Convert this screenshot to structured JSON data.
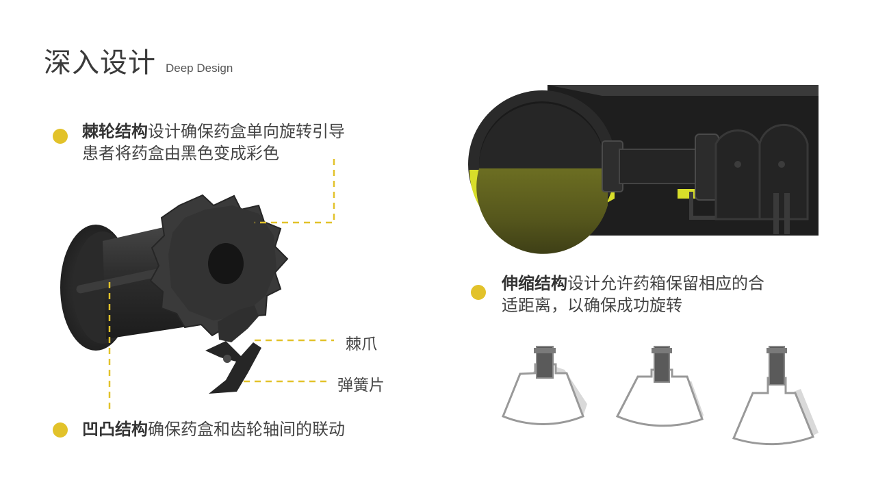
{
  "header": {
    "title_zh": "深入设计",
    "title_en": "Deep Design"
  },
  "points": [
    {
      "bold": "棘轮结构",
      "line1": "设计确保药盒单向旋转引导",
      "line2": "患者将药盒由黑色变成彩色"
    },
    {
      "bold": "凹凸结构",
      "line1": "确保药盒和齿轮轴间的联动"
    },
    {
      "bold": "伸缩结构",
      "line1": "设计允许药箱保留相应的合",
      "line2": "适距离，以确保成功旋转"
    }
  ],
  "callouts": {
    "pawl": "棘爪",
    "spring": "弹簧片"
  },
  "colors": {
    "accent": "#e2c22a",
    "product_yellow": "#d8de2a",
    "product_black": "#2c2c2c"
  }
}
